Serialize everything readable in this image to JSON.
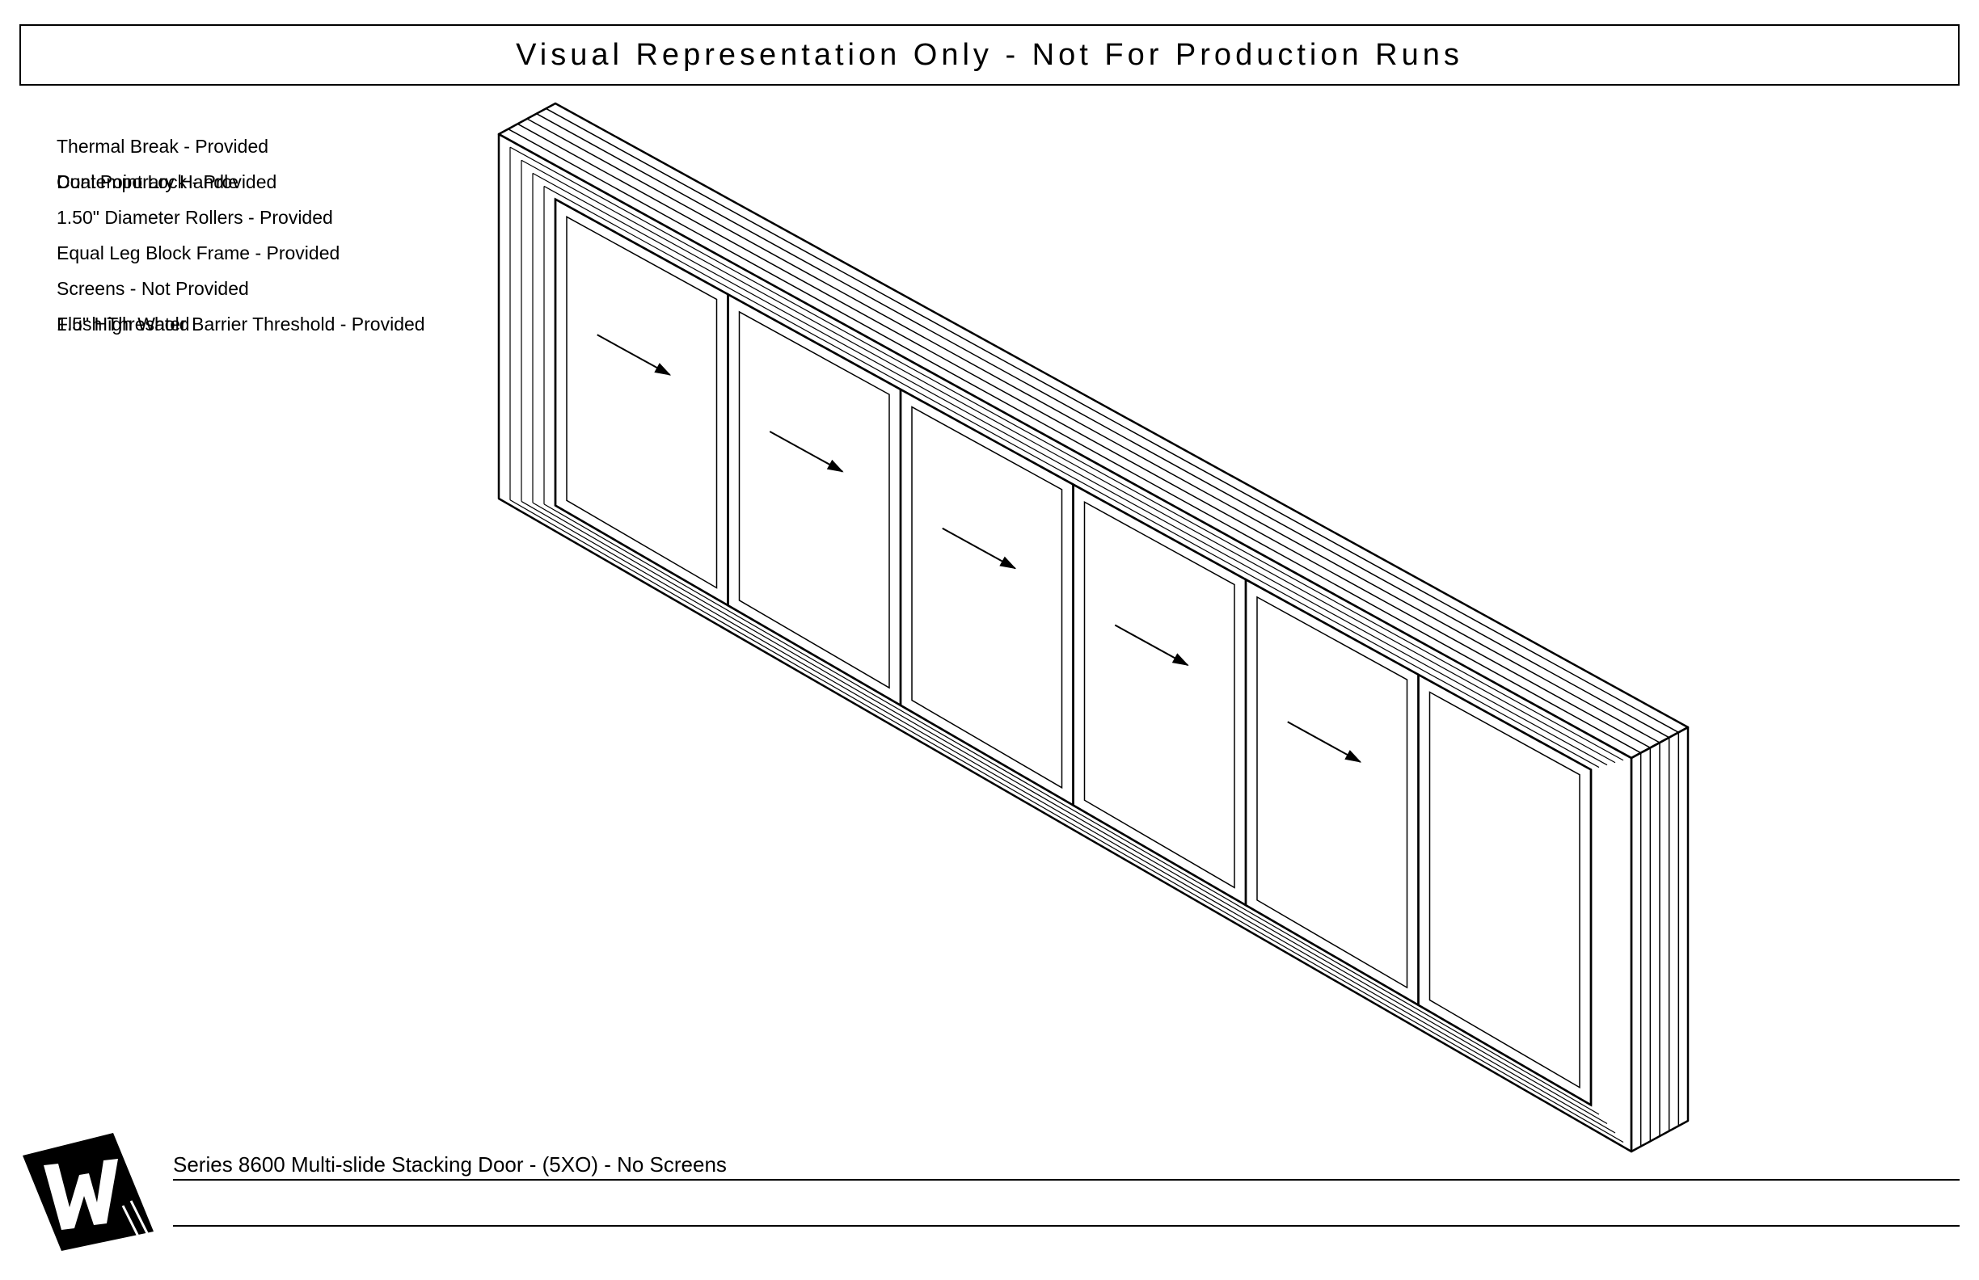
{
  "banner": {
    "text": "Visual Representation Only - Not For Production Runs"
  },
  "features": [
    {
      "texts": [
        "Thermal Break - Provided"
      ]
    },
    {
      "texts": [
        "Contemporary Handle",
        "Dual Point Lock - Provided"
      ]
    },
    {
      "texts": [
        "1.50\" Diameter Rollers - Provided"
      ]
    },
    {
      "texts": [
        "Equal Leg Block Frame - Provided"
      ]
    },
    {
      "texts": [
        "Screens - Not Provided"
      ]
    },
    {
      "texts": [
        "Flush Threshold",
        "1.5\" High Water Barrier Threshold - Provided"
      ]
    }
  ],
  "drawing": {
    "panel_count": 6,
    "operation_arrows": 5
  },
  "title_block": {
    "caption": "Series 8600 Multi-slide Stacking Door - (5XO) - No Screens"
  },
  "colors": {
    "line": "#000000",
    "background": "#ffffff"
  }
}
